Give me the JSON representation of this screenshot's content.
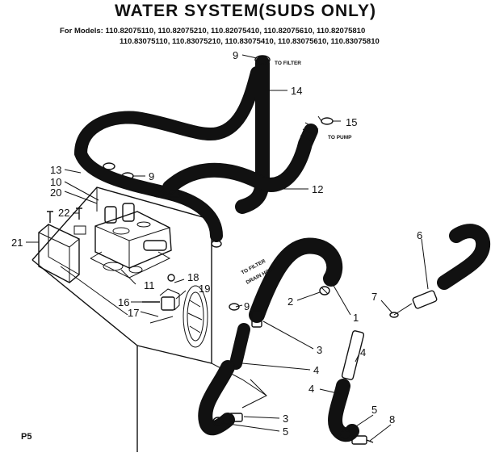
{
  "title": "WATER SYSTEM(SUDS ONLY)",
  "models_prefix": "For Models:",
  "models_line1": "110.82075110, 110.82075210, 110.82075410, 110.82075610, 110.82075810",
  "models_line2": "110.83075110, 110.83075210, 110.83075410, 110.83075610, 110.83075810",
  "annotations": {
    "to_filter_top": "TO FILTER",
    "to_pump": "TO PUMP",
    "to_filter_drain": "TO FILTER",
    "drain_hose": "DRAIN HOSE"
  },
  "callouts": {
    "c1": "1",
    "c2": "2",
    "c3a": "3",
    "c3b": "3",
    "c4a": "4",
    "c4b": "4",
    "c4c": "4",
    "c5a": "5",
    "c5b": "5",
    "c6": "6",
    "c7": "7",
    "c8": "8",
    "c9a": "9",
    "c9b": "9",
    "c9c": "9",
    "c10": "10",
    "c11": "11",
    "c12": "12",
    "c13": "13",
    "c14": "14",
    "c15": "15",
    "c16": "16",
    "c17": "17",
    "c18": "18",
    "c19": "19",
    "c20": "20",
    "c21": "21",
    "c22": "22"
  },
  "footer_code": "P5"
}
